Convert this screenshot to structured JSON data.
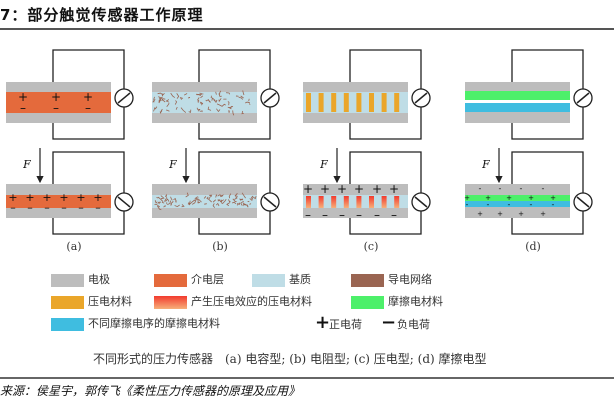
{
  "title": "7：部分触觉传感器工作原理",
  "panels": [
    {
      "id": "a",
      "label": "(a)",
      "type": "capacitive"
    },
    {
      "id": "b",
      "label": "(b)",
      "type": "resistive"
    },
    {
      "id": "c",
      "label": "(c)",
      "type": "piezoelectric"
    },
    {
      "id": "d",
      "label": "(d)",
      "type": "triboelectric"
    }
  ],
  "force_label": "F",
  "colors": {
    "electrode": "#bdbdbd",
    "dielectric": "#e46a3c",
    "substrate": "#bfdde6",
    "network": "#9a6552",
    "piezo": "#eaa62a",
    "piezo_active_top": "#f23a2e",
    "piezo_active_bottom": "#f7b07a",
    "tribo": "#4df06a",
    "tribo_other": "#3fbde0",
    "wire": "#222222"
  },
  "legend": [
    {
      "label": "电极",
      "color": "#bdbdbd"
    },
    {
      "label": "介电层",
      "color": "#e46a3c"
    },
    {
      "label": "基质",
      "color": "#bfdde6"
    },
    {
      "label": "导电网络",
      "color": "#9a6552"
    },
    {
      "label": "压电材料",
      "color": "#eaa62a"
    },
    {
      "label": "产生压电效应的压电材料",
      "color": "gradient"
    },
    {
      "label": "摩擦电材料",
      "color": "#4df06a"
    },
    {
      "label": "不同摩擦电序的摩擦电材料",
      "color": "#3fbde0"
    }
  ],
  "charge_legend": {
    "positive_symbol": "+",
    "positive": "正电荷",
    "negative_symbol": "−",
    "negative": "负电荷"
  },
  "caption": "不同形式的压力传感器　(a) 电容型; (b) 电阻型; (c) 压电型; (d) 摩擦电型",
  "source": "来源：侯星宇，郭传飞《柔性压力传感器的原理及应用》"
}
